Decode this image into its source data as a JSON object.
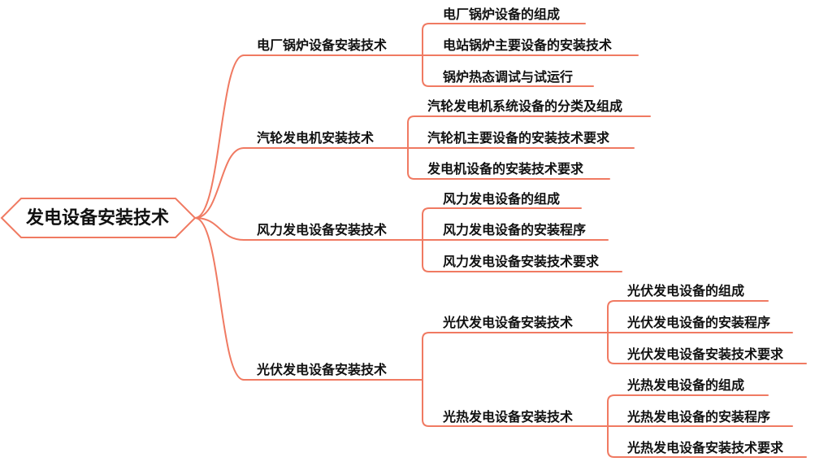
{
  "colors": {
    "connector": "#f07a62",
    "root_border": "#f07a62",
    "text": "#111111"
  },
  "root": {
    "label": "发电设备安装技术"
  },
  "branches": [
    {
      "label": "电厂锅炉设备安装技术",
      "children": [
        {
          "label": "电厂锅炉设备的组成"
        },
        {
          "label": "电站锅炉主要设备的安装技术"
        },
        {
          "label": "锅炉热态调试与试运行"
        }
      ]
    },
    {
      "label": "汽轮发电机安装技术",
      "children": [
        {
          "label": "汽轮发电机系统设备的分类及组成"
        },
        {
          "label": "汽轮机主要设备的安装技术要求"
        },
        {
          "label": "发电机设备的安装技术要求"
        }
      ]
    },
    {
      "label": "风力发电设备安装技术",
      "children": [
        {
          "label": "风力发电设备的组成"
        },
        {
          "label": "风力发电设备的安装程序"
        },
        {
          "label": "风力发电设备安装技术要求"
        }
      ]
    },
    {
      "label": "光伏发电设备安装技术",
      "children": [
        {
          "label": "光伏发电设备安装技术",
          "children": [
            {
              "label": "光伏发电设备的组成"
            },
            {
              "label": "光伏发电设备的安装程序"
            },
            {
              "label": "光伏发电设备安装技术要求"
            }
          ]
        },
        {
          "label": "光热发电设备安装技术",
          "children": [
            {
              "label": "光热发电设备的组成"
            },
            {
              "label": "光热发电设备的安装程序"
            },
            {
              "label": "光热发电设备安装技术要求"
            }
          ]
        }
      ]
    }
  ]
}
